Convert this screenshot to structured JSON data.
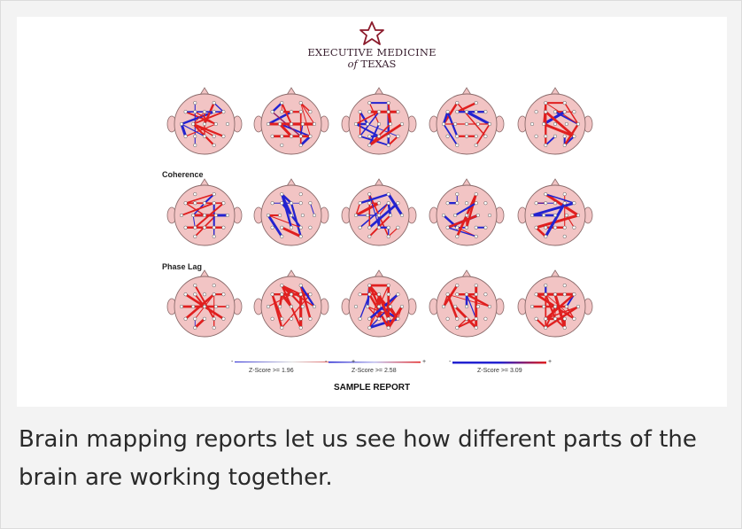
{
  "logo": {
    "line1": "EXECUTIVE MEDICINE",
    "line2_of": "of",
    "line2_rest": "TEXAS"
  },
  "sections": [
    {
      "label": "Coherence"
    },
    {
      "label": "Phase Lag"
    }
  ],
  "scales": [
    {
      "label": "Z-Score >= 1.96",
      "minus": "-",
      "plus": "+"
    },
    {
      "label": "Z-Score >= 2.58",
      "minus": "-",
      "plus": "+"
    },
    {
      "label": "Z-Score >= 3.09",
      "minus": "-",
      "plus": "+"
    }
  ],
  "sample_report": "SAMPLE REPORT",
  "caption": "Brain mapping reports let us see how different parts of the brain are working together.",
  "colors": {
    "head_fill": "#f2c4c4",
    "positive": "#e01f1f",
    "negative": "#2323d0",
    "logo": "#8b1a2b"
  }
}
